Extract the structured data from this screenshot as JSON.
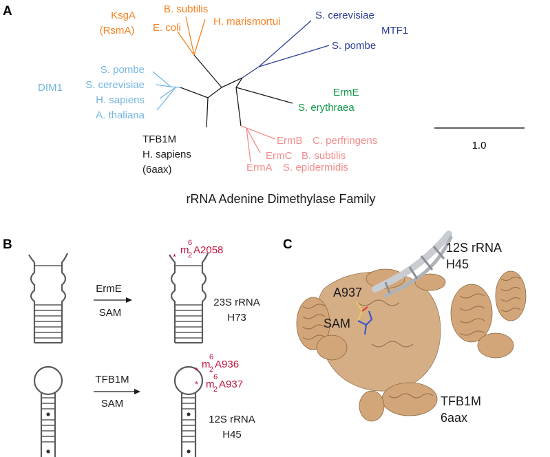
{
  "panel_a": {
    "letter": "A",
    "title": "rRNA Adenine Dimethylase Family",
    "scale_bar_label": "1.0",
    "groups": {
      "ksga": {
        "label_line1": "KsgA",
        "label_line2": "(RsmA)",
        "color": "#F58220",
        "species": [
          "B. subtilis",
          "E. coli",
          "H. marismortui"
        ]
      },
      "mtf1": {
        "label": "MTF1",
        "color": "#2E3F96",
        "species": [
          "S. cerevisiae",
          "S. pombe"
        ]
      },
      "dim1": {
        "label": "DIM1",
        "color": "#73B5E3",
        "species": [
          "S. pombe",
          "S. cerevisiae",
          "H. sapiens",
          "A. thaliana"
        ]
      },
      "erme": {
        "label": "ErmE",
        "species": "S. erythraea",
        "color": "#0E9A48"
      },
      "erm": {
        "color": "#F28C8C",
        "names": [
          "ErmB",
          "ErmC",
          "ErmA"
        ],
        "species": [
          "C. perfringens",
          "B. subtilis",
          "S. epidermidis"
        ]
      },
      "tfb1m": {
        "label": "TFB1M",
        "species": "H. sapiens",
        "pdb": "(6aax)",
        "color": "#1a1a1a"
      }
    }
  },
  "panel_b": {
    "letter": "B",
    "top": {
      "enzyme": "ErmE",
      "cofactor": "SAM",
      "mod_m": "m",
      "mod_sup": "6",
      "mod_sub": "2",
      "mod_site": "A2058",
      "rna_line1": "23S rRNA",
      "rna_line2": "H73"
    },
    "bottom": {
      "enzyme": "TFB1M",
      "cofactor": "SAM",
      "mods": [
        {
          "m": "m",
          "sup": "6",
          "sub": "2",
          "site": "A936"
        },
        {
          "m": "m",
          "sup": "6",
          "sub": "2",
          "site": "A937"
        }
      ],
      "rna_line1": "12S rRNA",
      "rna_line2": "H45"
    },
    "star": "*",
    "mod_color": "#C0143C"
  },
  "panel_c": {
    "letter": "C",
    "rna_line1": "12S rRNA",
    "rna_line2": "H45",
    "residue": "A937",
    "cofactor": "SAM",
    "protein_line1": "TFB1M",
    "protein_line2": "6aax",
    "protein_color": "#D2A679",
    "rna_color": "#C9CDD2"
  }
}
